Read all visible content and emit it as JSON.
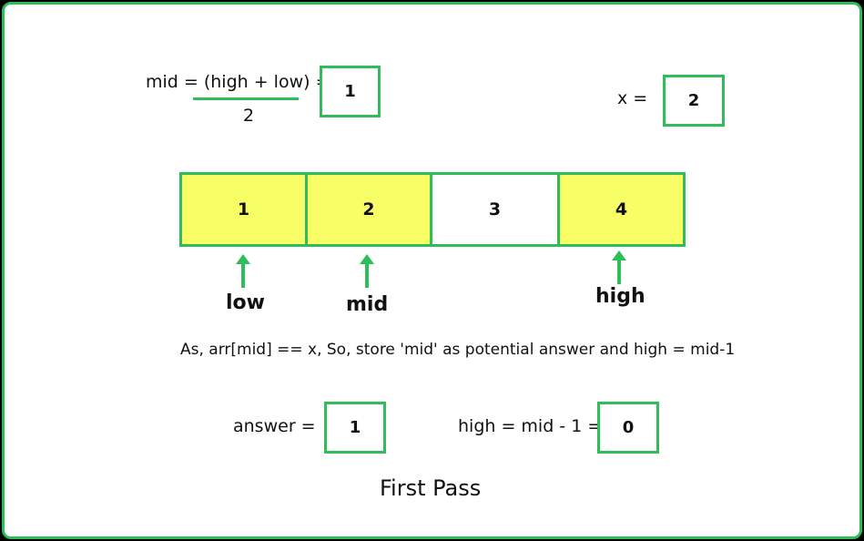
{
  "formula": {
    "numerator": "mid = (high + low) =",
    "denominator": "2",
    "result": "1"
  },
  "target": {
    "label": "x =",
    "value": "2"
  },
  "array": {
    "cells": [
      {
        "value": "1",
        "highlight": true
      },
      {
        "value": "2",
        "highlight": true
      },
      {
        "value": "3",
        "highlight": false
      },
      {
        "value": "4",
        "highlight": true
      }
    ],
    "highlight_color": "#f8ff66",
    "border_color": "#2fbd5a"
  },
  "pointers": {
    "low": "low",
    "mid": "mid",
    "high": "high"
  },
  "explanation": "As, arr[mid] == x, So, store 'mid' as potential answer and high = mid-1",
  "answer": {
    "label": "answer =",
    "value": "1"
  },
  "high_update": {
    "label": "high = mid - 1 =",
    "value": "0"
  },
  "caption": "First Pass"
}
